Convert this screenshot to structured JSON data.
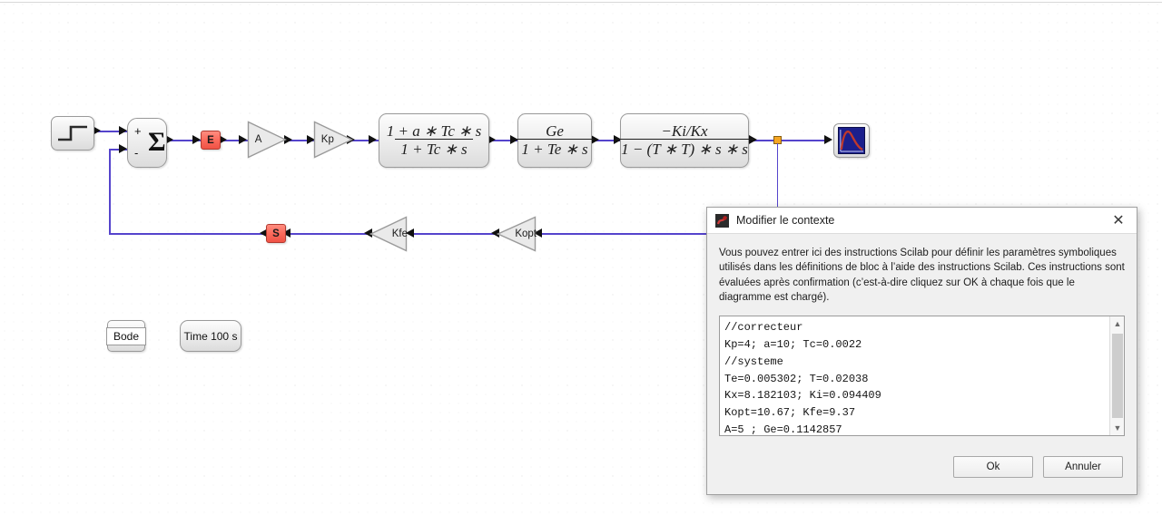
{
  "canvas": {
    "blocks": {
      "step_source": "step-input",
      "summation": {
        "plus": "+",
        "minus": "-",
        "sigma": "Σ"
      },
      "port_e": "E",
      "port_s": "S",
      "gain_a": "A",
      "gain_kp": "Kp",
      "gain_kfe": "Kfe",
      "gain_kopt": "Kopt",
      "tf1": {
        "num": "1 + a ∗ Tc ∗ s",
        "den": "1 + Tc ∗ s"
      },
      "tf2": {
        "num": "Ge",
        "den": "1 + Te ∗ s"
      },
      "tf3": {
        "num": "−Ki/Kx",
        "den": "1 − (T ∗ T) ∗ s ∗ s"
      },
      "scope": "scope-block",
      "bode": "Bode",
      "time": "Time 100 s"
    },
    "colors": {
      "link": "#5544cc",
      "split_point": "#f5a623",
      "port": "#fb6a5c",
      "scope_screen": "#1b1f8c",
      "scope_curve": "#c0392b"
    }
  },
  "dialog": {
    "title": "Modifier le contexte",
    "icon": "scilab-icon",
    "close_label": "✕",
    "help_text": "Vous pouvez entrer ici des instructions Scilab pour définir les paramètres symboliques utilisés dans les définitions de bloc à l’aide des instructions Scilab.\nCes instructions sont évaluées après confirmation (c’est-à-dire cliquez sur OK à chaque fois que le diagramme est chargé).",
    "editor_value": "//correcteur\nKp=4; a=10; Tc=0.0022\n//systeme\nTe=0.005302; T=0.02038\nKx=8.182103; Ki=0.094409\nKopt=10.67; Kfe=9.37\nA=5 ; Ge=0.1142857\n",
    "scrollbar": {
      "up": "▲",
      "down": "▼"
    },
    "buttons": {
      "ok": "Ok",
      "cancel": "Annuler"
    }
  }
}
